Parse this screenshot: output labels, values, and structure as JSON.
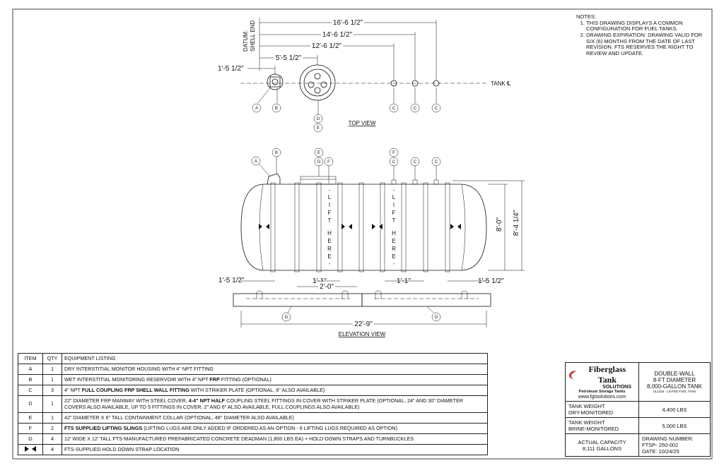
{
  "notes": {
    "heading": "NOTES:",
    "items": [
      "THIS DRAWING DISPLAYS A COMMON CONFIGURATION FOR FUEL TANKS.",
      "DRAWING EXPIRATION: DRAWING VALID FOR SIX (6) MONTHS FROM THE DATE OF LAST REVISION. FTS RESERVES THE RIGHT TO REVIEW AND UPDATE."
    ]
  },
  "top_view": {
    "datum_line1": "DATUM:",
    "datum_line2": "SHELL END",
    "dims": [
      "16'-6 1/2\"",
      "14'-6 1/2\"",
      "12'-6 1/2\"",
      "5'-5 1/2\"",
      "1'-5 1/2\""
    ],
    "tank_cl": "TANK ℄",
    "label": "TOP VIEW",
    "bubbles": [
      "A",
      "B",
      "D",
      "E",
      "C",
      "C",
      "C"
    ]
  },
  "elevation_view": {
    "dims": {
      "left_end": "1'-5 1/2\"",
      "mid_a": "1'-1\"",
      "mid_b": "2'-0\"",
      "mid_c": "1'-1\"",
      "right_end": "1'-5 1/2\"",
      "overall": "22'-9\"",
      "diameter": "8'-0\"",
      "height": "8'-4 1/4\""
    },
    "lift_text": [
      "L",
      "I",
      "F",
      "T",
      "H",
      "E",
      "R",
      "E"
    ],
    "label": "ELEVATION VIEW",
    "bubbles": [
      "A",
      "B",
      "E",
      "D",
      "F",
      "F",
      "C",
      "C",
      "C",
      "G",
      "G"
    ]
  },
  "equipment_table": {
    "headers": [
      "ITEM",
      "QTY",
      "EQUIPMENT LISTING"
    ],
    "rows": [
      {
        "item": "A",
        "qty": "1",
        "pre": "DRY INTERSTITIAL MONITOR HOUSING WITH 4\" NPT FITTING",
        "bold": "",
        "post": ""
      },
      {
        "item": "B",
        "qty": "1",
        "pre": "WET INTERSTITIAL MONITORING RESERVOIR WITH 4\" NPT ",
        "bold": "FRP",
        "post": " FITTING (OPTIONAL)"
      },
      {
        "item": "C",
        "qty": "3",
        "pre": "4\" NPT ",
        "bold": "FULL COUPLING FRP SHELL WALL FITTING",
        "post": " WITH STRIKER PLATE (OPTIONAL, 6\" ALSO AVAILABLE)"
      },
      {
        "item": "D",
        "qty": "1",
        "pre": "22\" DIAMETER FRP MANWAY WITH STEEL COVER, ",
        "bold": "4-4\" NPT HALF",
        "post": " COUPLING STEEL FITTINGS IN COVER WITH STRIKER PLATE (OPTIONAL, 24\" AND 30\" DIAMETER COVERS ALSO AVAILABLE, UP TO 5 FITTINGS IN COVER, 2\" AND 6\" ALSO AVAILABLE, FULL COUPLINGS ALSO AVAILABLE)"
      },
      {
        "item": "E",
        "qty": "1",
        "pre": "42\" DIAMETER X 6\" TALL CONTAINMENT COLLAR (OPTIONAL, 48\" DIAMETER ALSO AVAILABLE)",
        "bold": "",
        "post": ""
      },
      {
        "item": "F",
        "qty": "2",
        "pre": "",
        "bold": "FTS SUPPLIED LIFTING SLINGS",
        "post": " (LIFTING LUGS ARE ONLY ADDED IF ORDERED AS AN OPTION - 6 LIFTING LUGS REQUIRED AS OPTION)"
      },
      {
        "item": "G",
        "qty": "4",
        "pre": "12' WIDE X 12' TALL FTS-MANUFACTURED PREFABRICATED CONCRETE DEADMAN (1,800 LBS EA) + HOLD-DOWN STRAPS AND TURNBUCKLES",
        "bold": "",
        "post": ""
      },
      {
        "item": "",
        "qty": "4",
        "pre": "FTS-SUPPLIED HOLD DOWN STRAP LOCATION",
        "bold": "",
        "post": ""
      }
    ]
  },
  "title_block": {
    "company": "Fiberglass Tank",
    "company_sub": "SOLUTIONS",
    "tagline": "Petroleum Storage Tanks",
    "website": "www.fgtsolutions.com",
    "desc1": "DOUBLE-WALL",
    "desc2": "8-FT DIAMETER",
    "desc3": "8,000-GALLON TANK",
    "desc4": "UL1316 - LISTED FUEL TANK",
    "weight_dry_label1": "TANK WEIGHT",
    "weight_dry_label2": "DRY-MONITORED",
    "weight_dry": "4,400 LBS",
    "weight_brine_label1": "TANK WEIGHT",
    "weight_brine_label2": "BRINE-MONITORED",
    "weight_brine": "5,000 LBS",
    "capacity_label": "ACTUAL CAPACITY",
    "capacity": "8,111 GALLONS",
    "drawing_number_label": "DRAWING NUMBER:",
    "drawing_number": "FTSP- 250-002",
    "date": "DATE: 10/24/25"
  },
  "colors": {
    "line": "#111111",
    "logo_red": "#c0392b"
  }
}
